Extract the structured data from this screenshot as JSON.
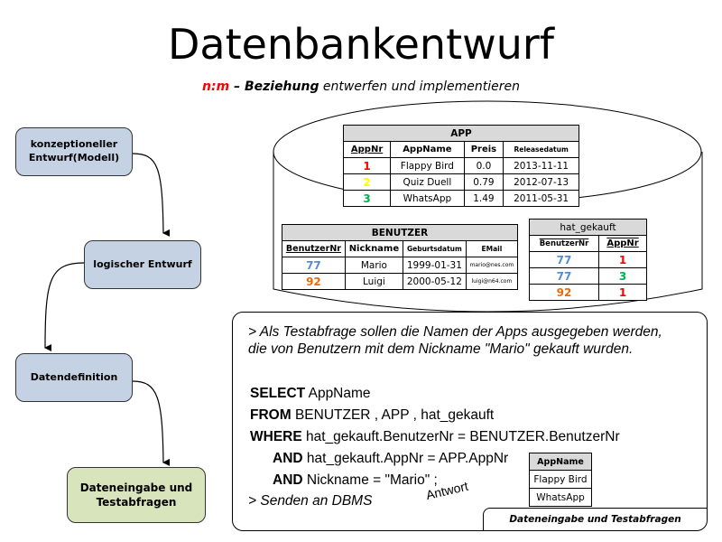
{
  "header": {
    "title": "Datenbankentwurf",
    "subtitle_relation": "n:m",
    "subtitle_bold": " – Beziehung",
    "subtitle_rest": " entwerfen und implementieren"
  },
  "flow": {
    "steps": [
      {
        "label_line1": "konzeptioneller",
        "label_line2": "Entwurf(Modell)"
      },
      {
        "label_line1": "logischer Entwurf",
        "label_line2": ""
      },
      {
        "label_line1": "Datendefinition",
        "label_line2": ""
      },
      {
        "label_line1": "Dateneingabe und",
        "label_line2": "Testabfragen"
      }
    ]
  },
  "colors": {
    "red": "#ff0000",
    "yellow": "#ffff00",
    "green": "#00b050",
    "blue": "#558ed5",
    "orange": "#e46c0a",
    "box_blue": "#c5d2e3",
    "box_green": "#d8e4bc",
    "header_gray": "#d9d9d9"
  },
  "tables": {
    "app": {
      "name": "APP",
      "columns": [
        "AppNr",
        "AppName",
        "Preis",
        "Releasedatum"
      ],
      "rows": [
        {
          "AppNr": "1",
          "AppName": "Flappy Bird",
          "Preis": "0.0",
          "Releasedatum": "2013-11-11",
          "color": "#ff0000"
        },
        {
          "AppNr": "2",
          "AppName": "Quiz Duell",
          "Preis": "0.79",
          "Releasedatum": "2012-07-13",
          "color": "#ffff00"
        },
        {
          "AppNr": "3",
          "AppName": "WhatsApp",
          "Preis": "1.49",
          "Releasedatum": "2011-05-31",
          "color": "#00b050"
        }
      ]
    },
    "benutzer": {
      "name": "BENUTZER",
      "columns": [
        "BenutzerNr",
        "Nickname",
        "Geburtsdatum",
        "EMail"
      ],
      "rows": [
        {
          "BenutzerNr": "77",
          "Nickname": "Mario",
          "Geburtsdatum": "1999-01-31",
          "EMail": "mario@nes.com",
          "color": "#558ed5"
        },
        {
          "BenutzerNr": "92",
          "Nickname": "Luigi",
          "Geburtsdatum": "2000-05-12",
          "EMail": "luigi@n64.com",
          "color": "#e46c0a"
        }
      ]
    },
    "hat_gekauft": {
      "name": "hat_gekauft",
      "columns": [
        "BenutzerNr",
        "AppNr"
      ],
      "rows": [
        {
          "BenutzerNr": "77",
          "AppNr": "1",
          "user_color": "#558ed5",
          "app_color": "#ff0000"
        },
        {
          "BenutzerNr": "77",
          "AppNr": "3",
          "user_color": "#558ed5",
          "app_color": "#00b050"
        },
        {
          "BenutzerNr": "92",
          "AppNr": "1",
          "user_color": "#e46c0a",
          "app_color": "#ff0000"
        }
      ]
    },
    "result": {
      "columns": [
        "AppName"
      ],
      "rows": [
        "Flappy Bird",
        "WhatsApp"
      ]
    }
  },
  "query": {
    "intro_line1": "> Als Testabfrage sollen die Namen der Apps ausgegeben werden,",
    "intro_line2": "die von Benutzern mit dem Nickname \"Mario\" gekauft wurden.",
    "lines": [
      {
        "kw": "SELECT",
        "rest": " AppName"
      },
      {
        "kw": "FROM",
        "rest": " BENUTZER , APP , hat_gekauft"
      },
      {
        "kw": "WHERE",
        "rest": " hat_gekauft.BenutzerNr = BENUTZER.BenutzerNr"
      },
      {
        "kw": "AND",
        "rest": " hat_gekauft.AppNr = APP.AppNr"
      },
      {
        "kw": "AND",
        "rest": " Nickname = \"Mario\" ;"
      }
    ],
    "send": "> Senden an DBMS",
    "answer": "Antwort",
    "panel_label": "Dateneingabe und Testabfragen"
  }
}
